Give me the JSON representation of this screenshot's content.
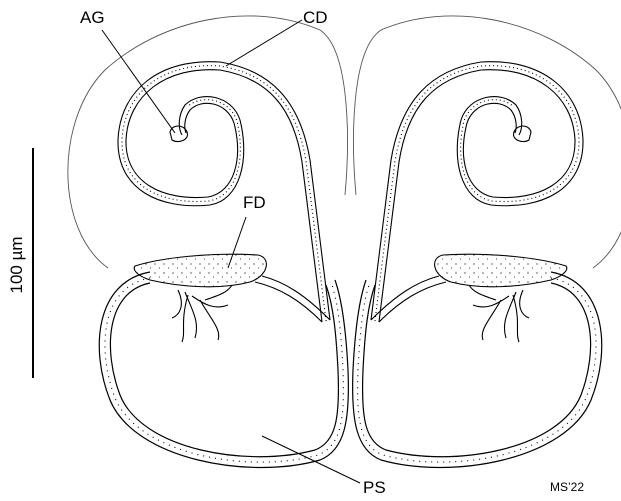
{
  "labels": {
    "ag": "AG",
    "cd": "CD",
    "fd": "FD",
    "ps": "PS"
  },
  "scale_bar": {
    "label": "100 µm"
  },
  "signature": "MS’22",
  "colors": {
    "ink": "#000000",
    "outline_grey": "#555555",
    "background": "#ffffff"
  }
}
